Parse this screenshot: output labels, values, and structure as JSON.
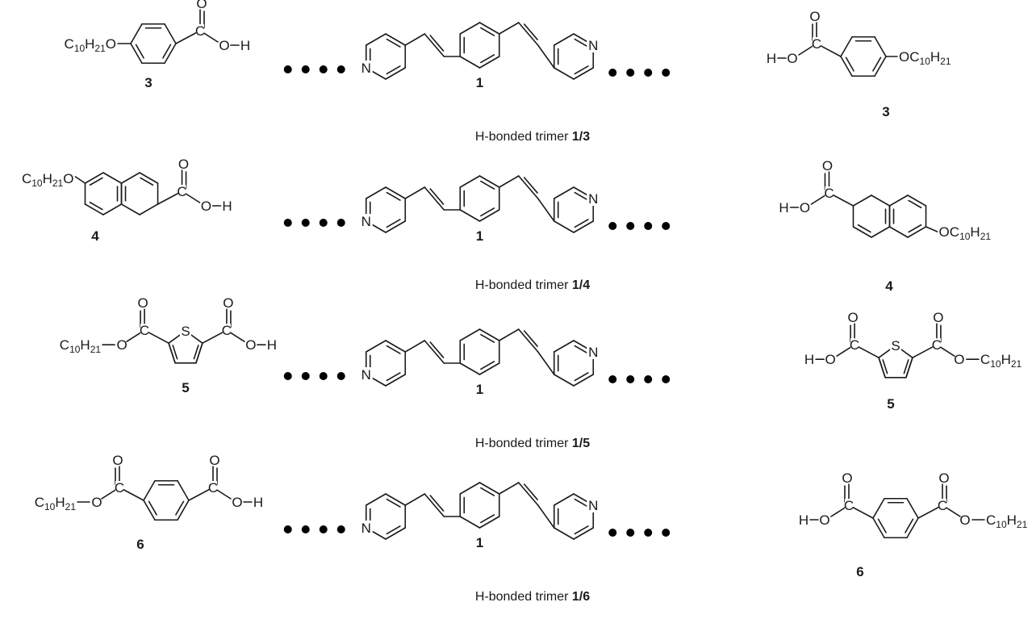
{
  "diagram": {
    "atoms": {
      "oxygen": "O",
      "hydrogen": "H",
      "nitrogen": "N",
      "sulfur": "S",
      "carbon": "C",
      "alkyl_main": "C",
      "alkyl_c_sub": "10",
      "alkyl_h": "H",
      "alkyl_h_sub": "21"
    },
    "hbond_dots_per_link": 4,
    "rows": [
      {
        "id": "row-1",
        "acid": "benzoic",
        "acid_label": "3",
        "core_label": "1",
        "caption_prefix": "H-bonded trimer ",
        "caption_bold": "1/3"
      },
      {
        "id": "row-2",
        "acid": "naphthoic",
        "acid_label": "4",
        "core_label": "1",
        "caption_prefix": "H-bonded trimer ",
        "caption_bold": "1/4"
      },
      {
        "id": "row-3",
        "acid": "thiophene",
        "acid_label": "5",
        "core_label": "1",
        "caption_prefix": "H-bonded trimer ",
        "caption_bold": "1/5"
      },
      {
        "id": "row-4",
        "acid": "terephthalic",
        "acid_label": "6",
        "core_label": "1",
        "caption_prefix": "H-bonded trimer ",
        "caption_bold": "1/6"
      }
    ]
  }
}
